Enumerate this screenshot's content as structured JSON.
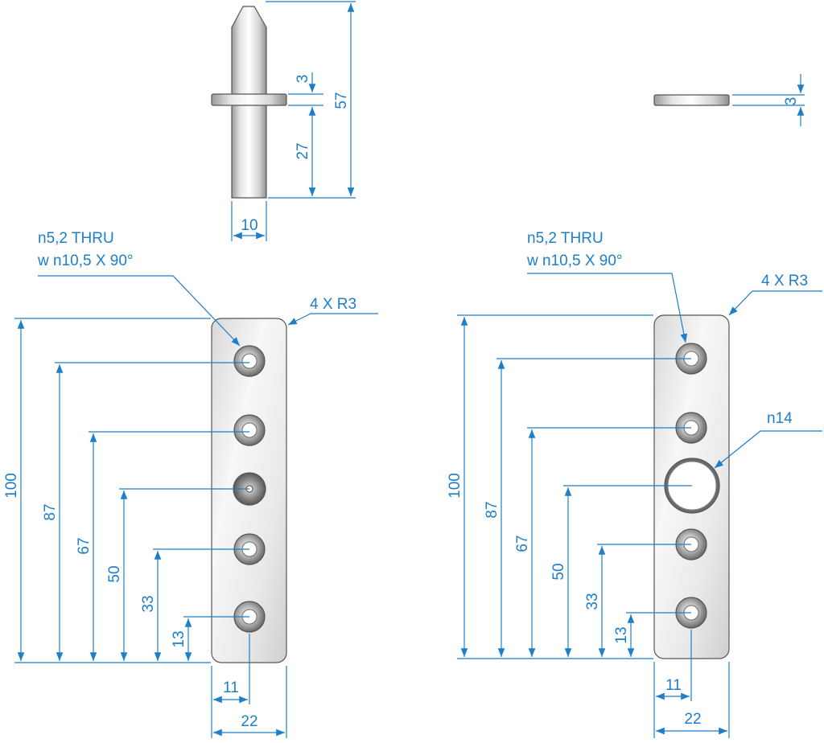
{
  "colors": {
    "dimension": "#1e7ec8",
    "part_outline": "#555555",
    "metal_light": "#f4f4f4",
    "metal_dark": "#a8a8a8"
  },
  "views": {
    "pin_side": {
      "dim_3": "3",
      "dim_57": "57",
      "dim_27": "27",
      "dim_10": "10"
    },
    "plate_edge": {
      "dim_3": "3"
    },
    "plate_left": {
      "hole_note_line1": "n5,2 THRU",
      "hole_note_line2": "w n10,5 X 90°",
      "corner_note": "4 X R3",
      "dims": [
        "100",
        "87",
        "67",
        "50",
        "33",
        "13"
      ],
      "width_half": "11",
      "width": "22"
    },
    "plate_right": {
      "hole_note_line1": "n5,2 THRU",
      "hole_note_line2": "w n10,5 X 90°",
      "corner_note": "4 X R3",
      "big_hole_note": "n14",
      "dims": [
        "100",
        "87",
        "67",
        "50",
        "33",
        "13"
      ],
      "width_half": "11",
      "width": "22"
    }
  }
}
